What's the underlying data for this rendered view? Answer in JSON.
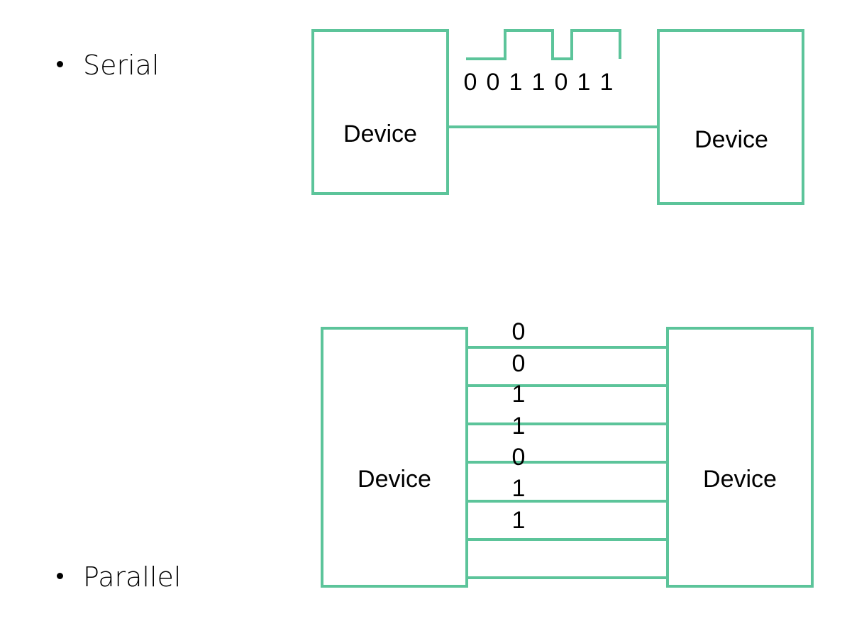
{
  "bullets": {
    "serial": "Serial",
    "parallel": "Parallel"
  },
  "serial_diagram": {
    "left_device": "Device",
    "right_device": "Device",
    "bits": [
      "0",
      "0",
      "1",
      "1",
      "0",
      "1",
      "1"
    ]
  },
  "parallel_diagram": {
    "left_device": "Device",
    "right_device": "Device",
    "bits": [
      "0",
      "0",
      "1",
      "1",
      "0",
      "1",
      "1"
    ]
  },
  "colors": {
    "line": "#5cc49a",
    "text": "#000000"
  }
}
